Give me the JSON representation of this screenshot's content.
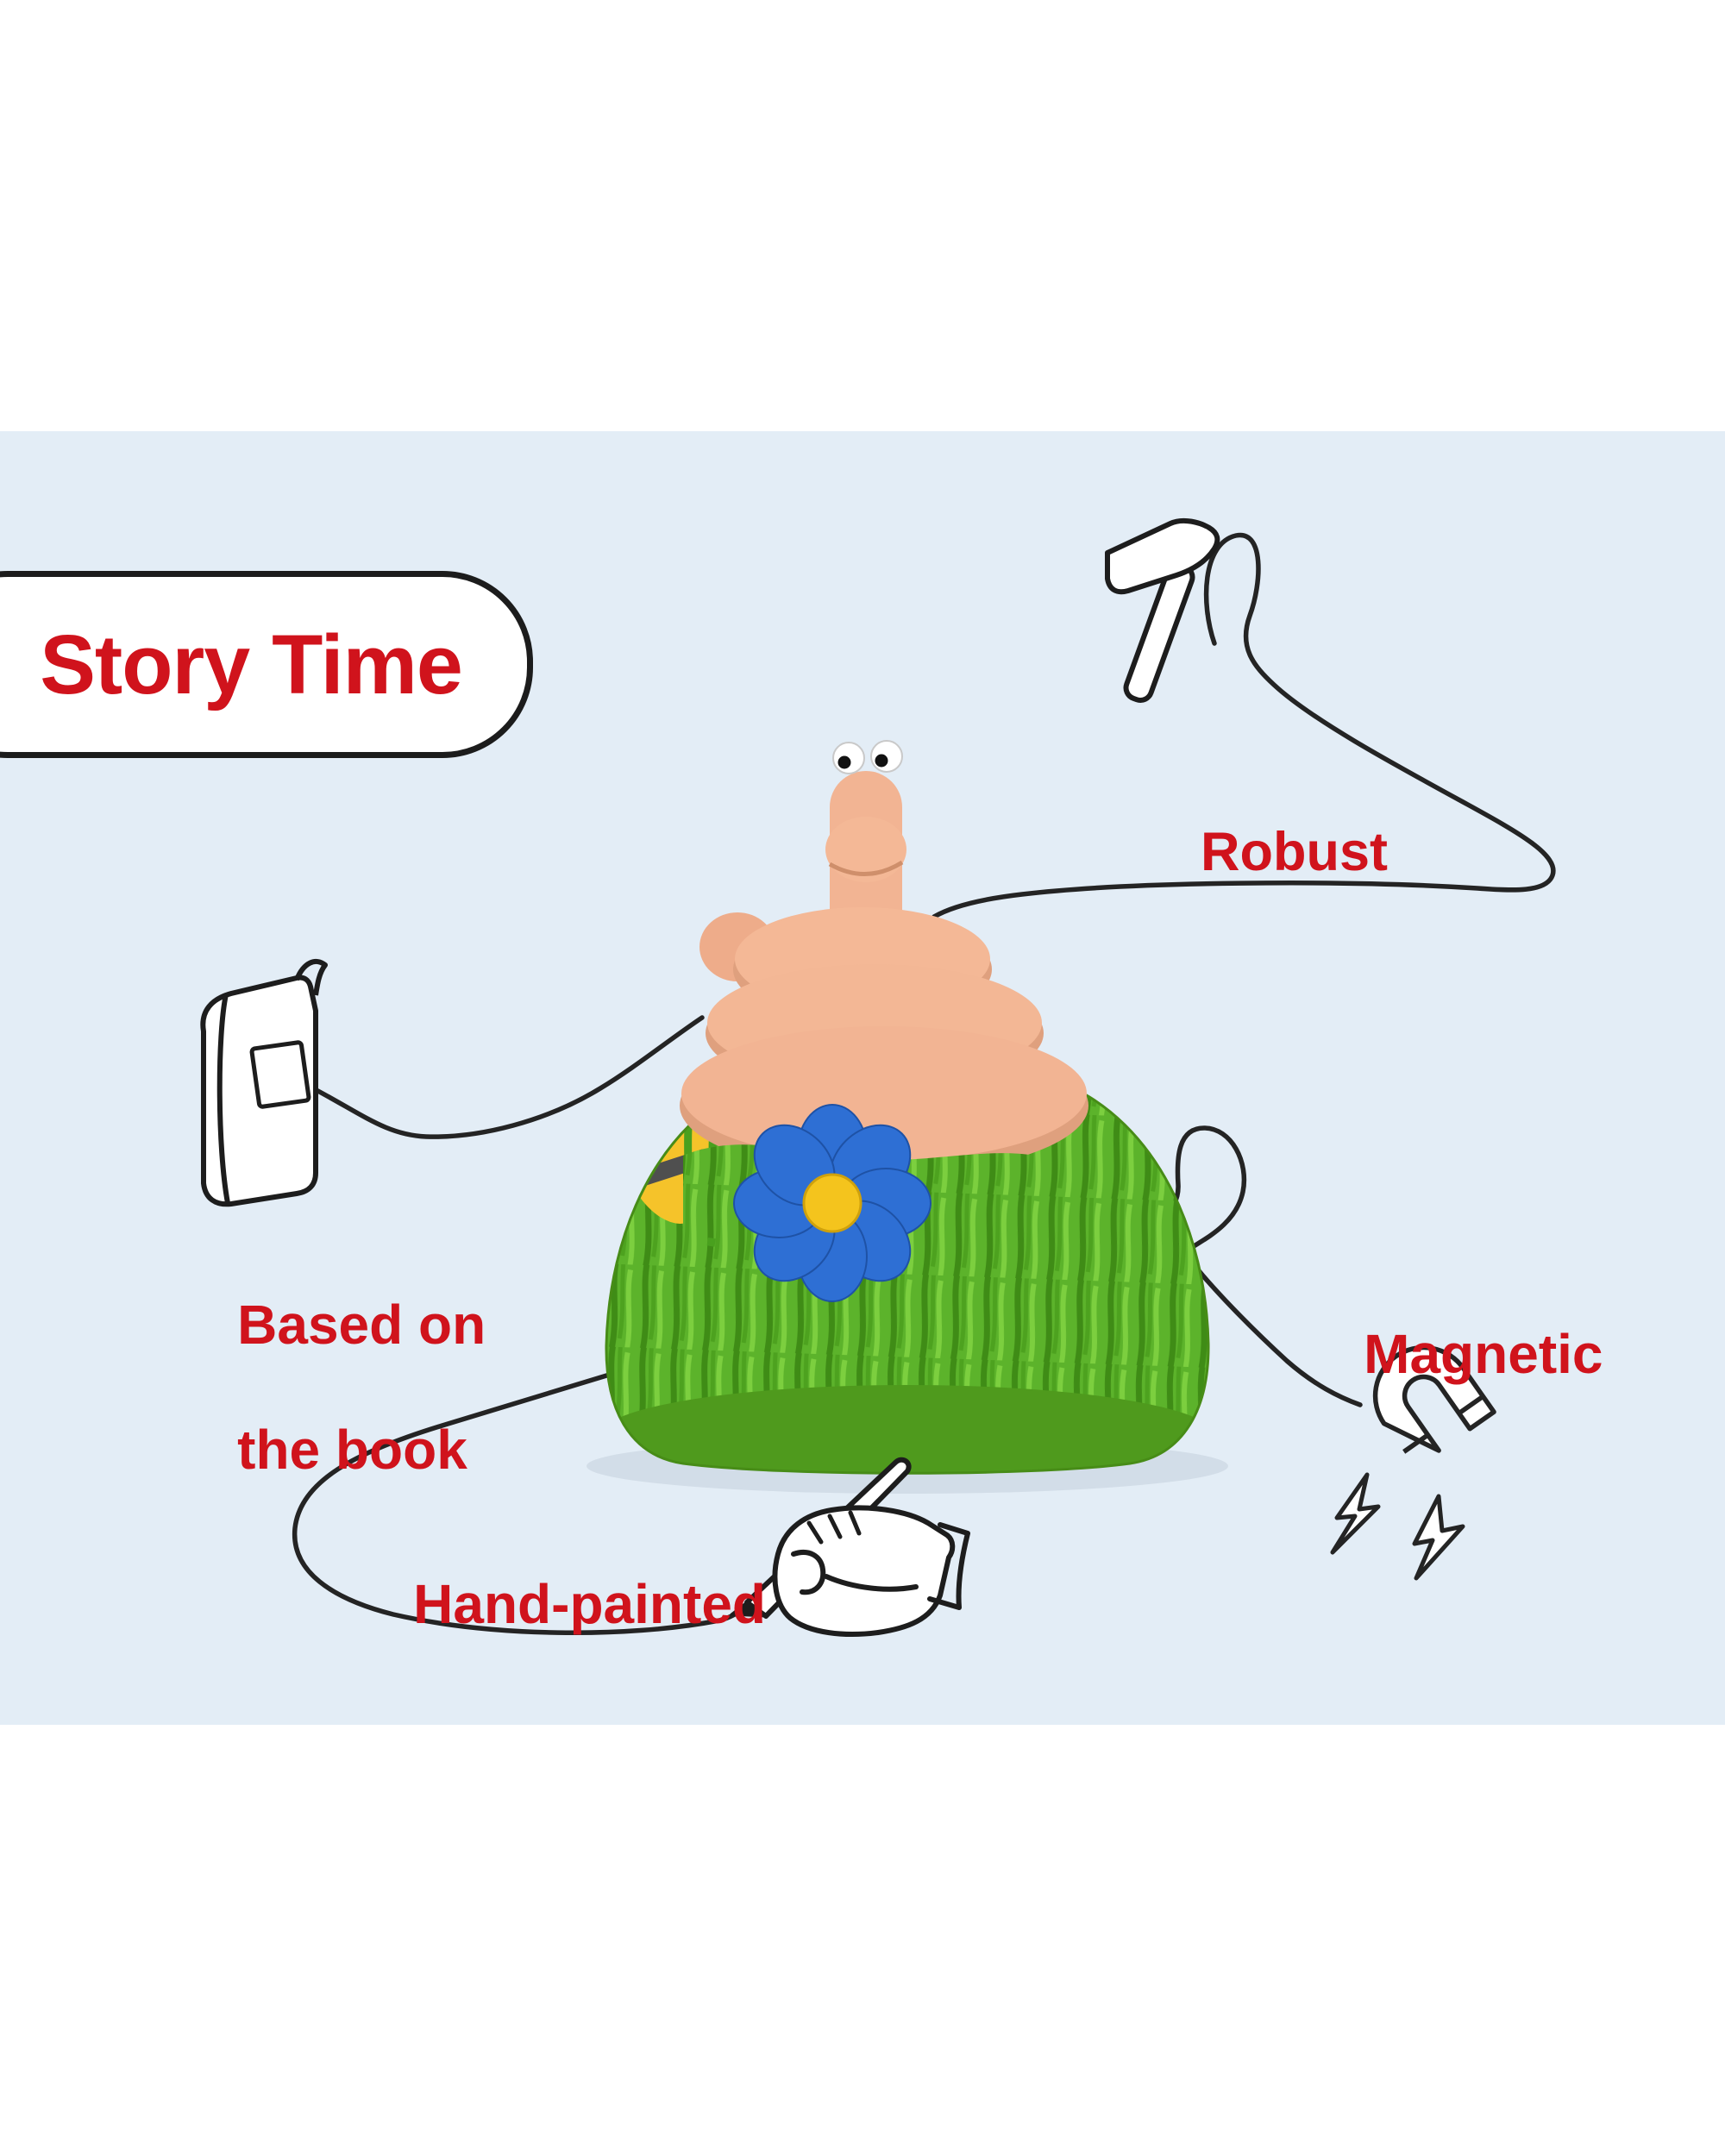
{
  "badge": {
    "label": "Story Time"
  },
  "features": {
    "robust": {
      "label": "Robust",
      "icon": "hammer-icon"
    },
    "based_on_book": {
      "label_line1": "Based on",
      "label_line2": "the book",
      "icon": "book-icon"
    },
    "magnetic": {
      "label": "Magnetic",
      "icon": "magnet-icon"
    },
    "hand_painted": {
      "label": "Hand-painted",
      "icon": "hand-paintbrush-icon"
    }
  },
  "figurine": {
    "icon": "worm-on-grass-figurine"
  },
  "colors": {
    "accent_red": "#d0131c",
    "panel_blue": "#e3edf6",
    "line_black": "#242424",
    "grass_green": "#5cb32b",
    "grass_dark": "#3f8c16",
    "worm_peach": "#f2b493",
    "flower_blue": "#2e6fd4",
    "flower_center_yellow": "#f4c41d",
    "bee_yellow": "#f5c32a"
  }
}
